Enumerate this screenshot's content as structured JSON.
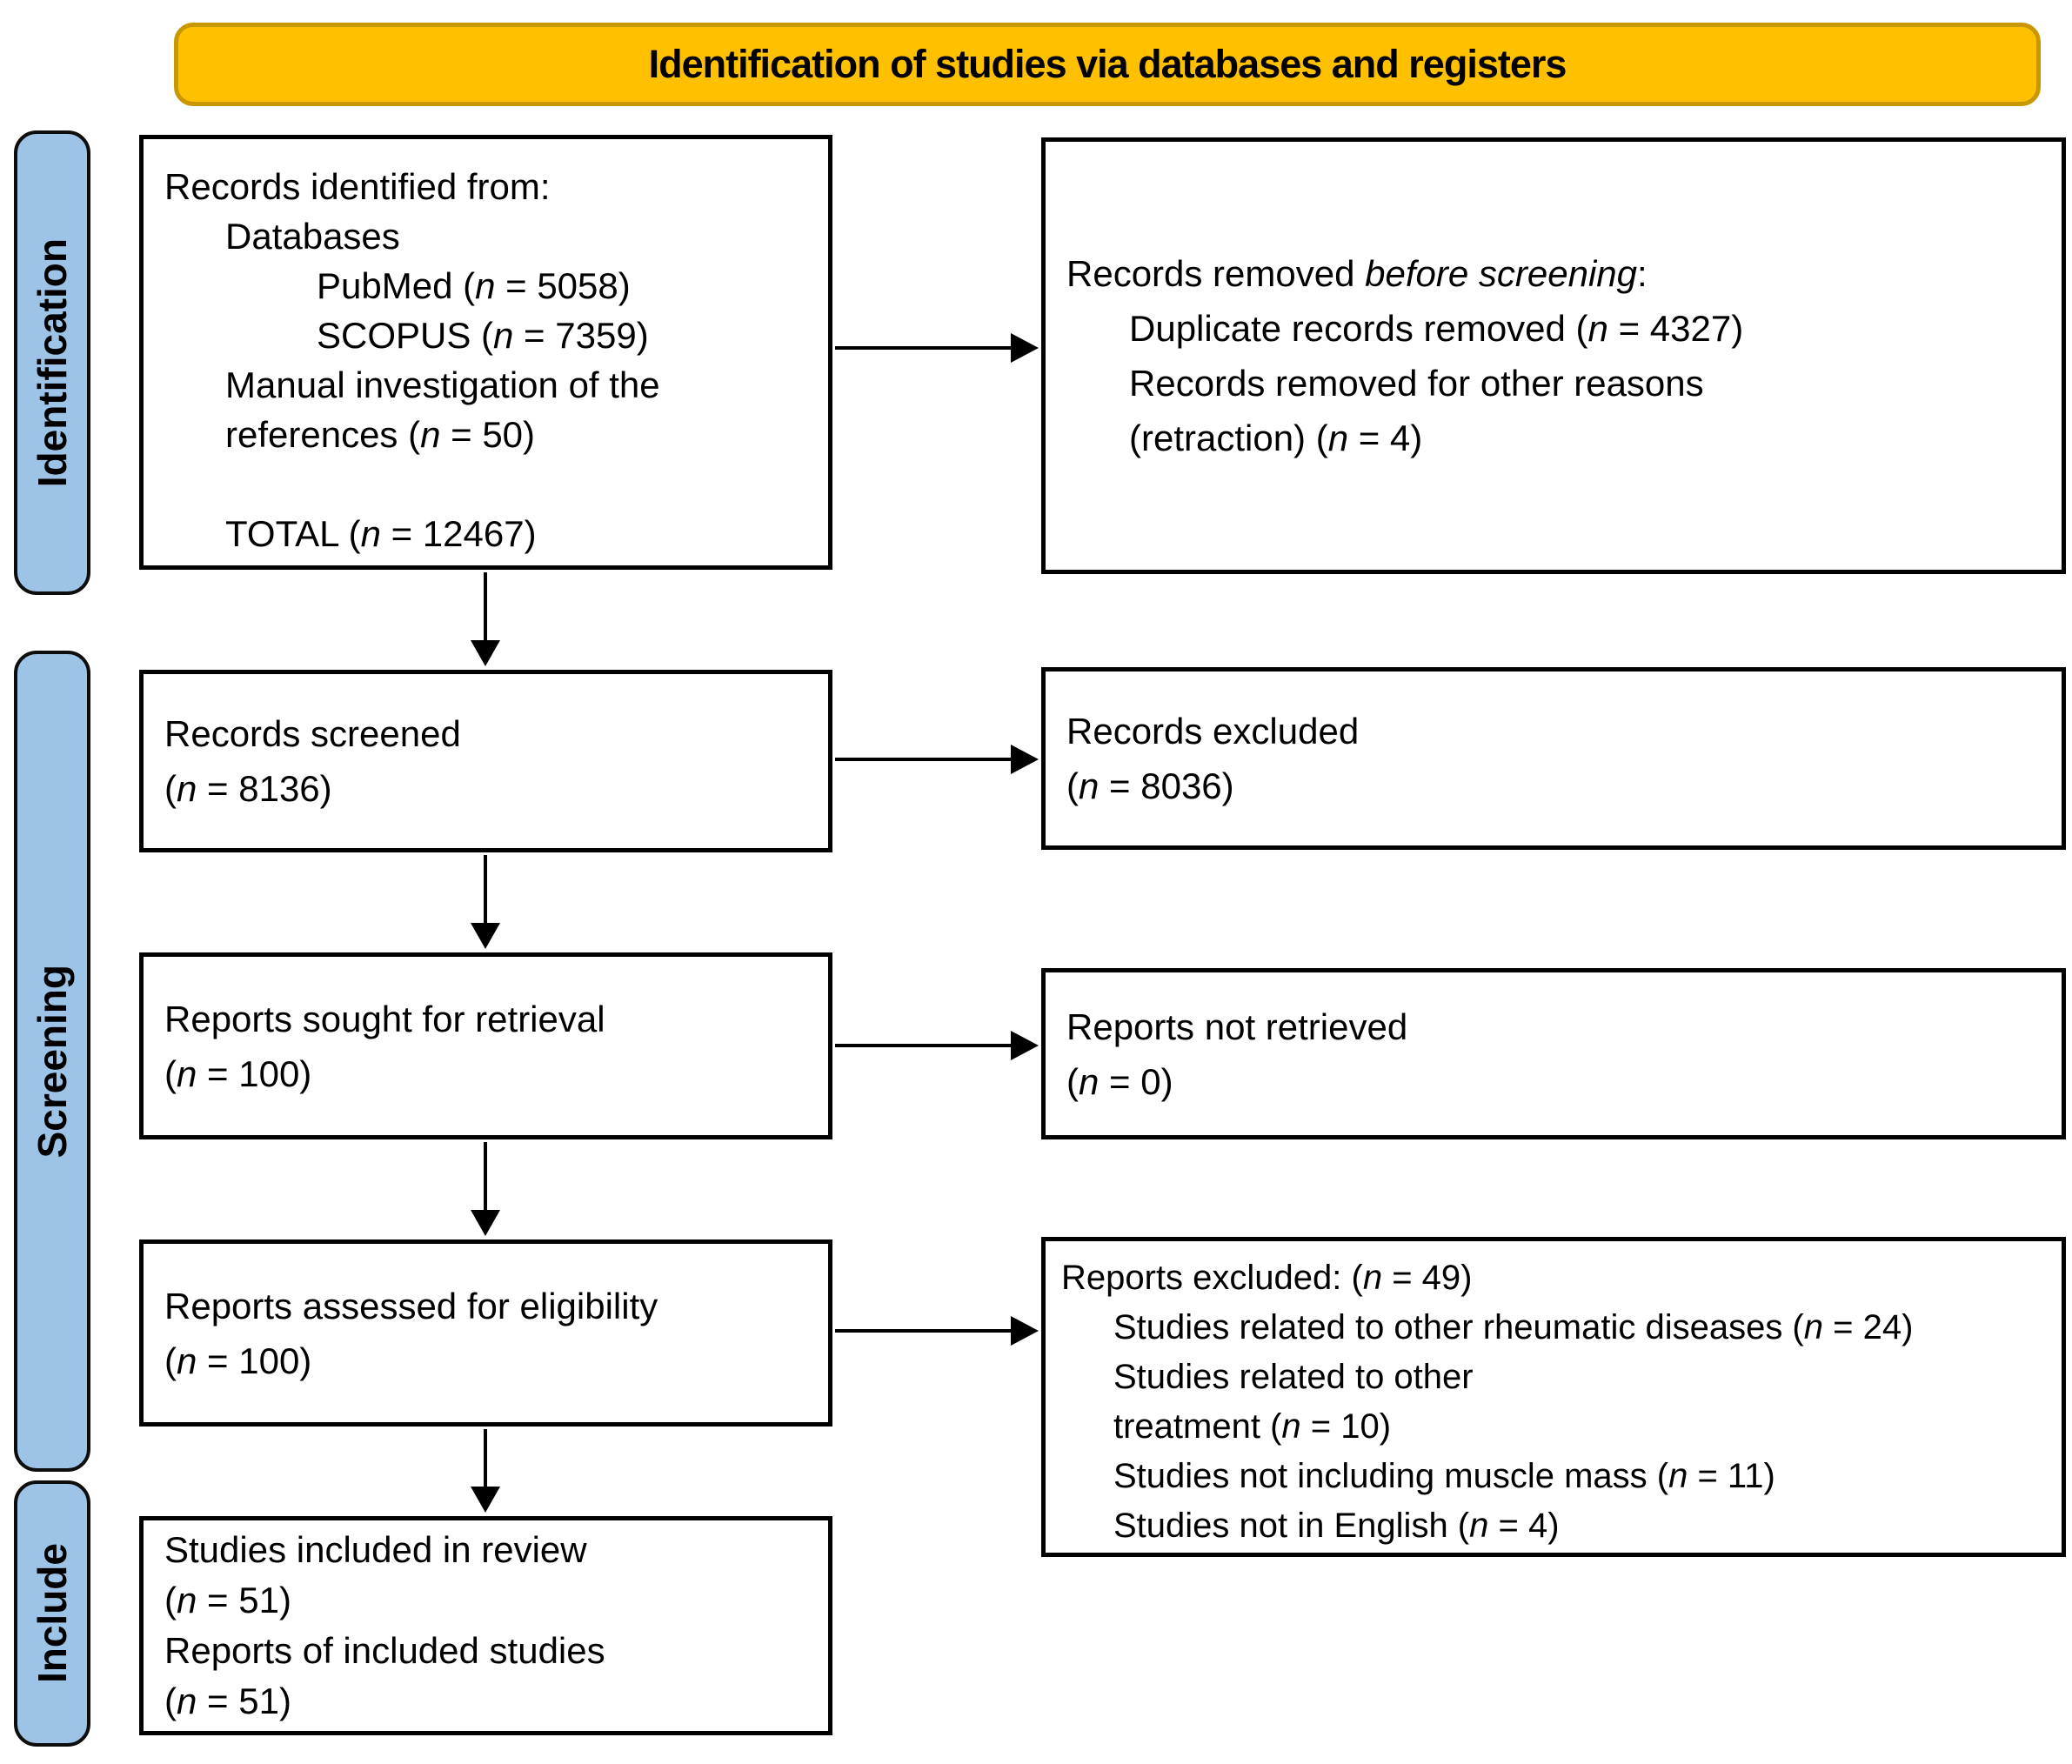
{
  "banner": {
    "label": "Identification of studies via databases and registers"
  },
  "stages": [
    {
      "label": "Identification"
    },
    {
      "label": "Screening"
    },
    {
      "label": "Include"
    }
  ],
  "colors": {
    "banner_fill": "#FFC000",
    "banner_border": "#C99700",
    "stage_fill": "#9DC3E6",
    "box_border": "#000000",
    "arrow": "#000000"
  },
  "boxes": {
    "records_identified": {
      "lines": [
        {
          "indent": 0,
          "segs": [
            {
              "t": "Records identified from:"
            }
          ]
        },
        {
          "indent": 1,
          "segs": [
            {
              "t": "Databases"
            }
          ]
        },
        {
          "indent": 2,
          "segs": [
            {
              "t": "PubMed ("
            },
            {
              "t": "n",
              "i": true
            },
            {
              "t": " = 5058)"
            }
          ]
        },
        {
          "indent": 2,
          "segs": [
            {
              "t": "SCOPUS ("
            },
            {
              "t": "n",
              "i": true
            },
            {
              "t": " = 7359)"
            }
          ]
        },
        {
          "indent": 1,
          "segs": [
            {
              "t": "Manual investigation of the"
            }
          ]
        },
        {
          "indent": 1,
          "segs": [
            {
              "t": "references ("
            },
            {
              "t": "n",
              "i": true
            },
            {
              "t": " = 50)"
            }
          ]
        },
        {
          "indent": 0,
          "segs": [
            {
              "t": " "
            }
          ]
        },
        {
          "indent": 1,
          "segs": [
            {
              "t": "TOTAL ("
            },
            {
              "t": "n",
              "i": true
            },
            {
              "t": " = 12467)"
            }
          ]
        }
      ]
    },
    "records_removed": {
      "lines": [
        {
          "indent": 0,
          "segs": [
            {
              "t": "Records removed "
            },
            {
              "t": "before screening",
              "i": true
            },
            {
              "t": ":"
            }
          ]
        },
        {
          "indent": 1,
          "segs": [
            {
              "t": "Duplicate records removed ("
            },
            {
              "t": "n",
              "i": true
            },
            {
              "t": " = 4327)"
            }
          ]
        },
        {
          "indent": 1,
          "segs": [
            {
              "t": "Records removed for other reasons"
            }
          ]
        },
        {
          "indent": 1,
          "segs": [
            {
              "t": "(retraction) ("
            },
            {
              "t": "n",
              "i": true
            },
            {
              "t": " = 4)"
            }
          ]
        }
      ]
    },
    "records_screened": {
      "lines": [
        {
          "indent": 0,
          "segs": [
            {
              "t": "Records screened"
            }
          ]
        },
        {
          "indent": 0,
          "segs": [
            {
              "t": "("
            },
            {
              "t": "n",
              "i": true
            },
            {
              "t": " = 8136)"
            }
          ]
        }
      ]
    },
    "records_excluded": {
      "lines": [
        {
          "indent": 0,
          "segs": [
            {
              "t": "Records excluded"
            }
          ]
        },
        {
          "indent": 0,
          "segs": [
            {
              "t": "("
            },
            {
              "t": "n",
              "i": true
            },
            {
              "t": " = 8036)"
            }
          ]
        }
      ]
    },
    "reports_sought": {
      "lines": [
        {
          "indent": 0,
          "segs": [
            {
              "t": "Reports sought for retrieval"
            }
          ]
        },
        {
          "indent": 0,
          "segs": [
            {
              "t": "("
            },
            {
              "t": "n",
              "i": true
            },
            {
              "t": " = 100)"
            }
          ]
        }
      ]
    },
    "reports_not_retrieved": {
      "lines": [
        {
          "indent": 0,
          "segs": [
            {
              "t": "Reports not retrieved"
            }
          ]
        },
        {
          "indent": 0,
          "segs": [
            {
              "t": "("
            },
            {
              "t": "n",
              "i": true
            },
            {
              "t": " = 0)"
            }
          ]
        }
      ]
    },
    "reports_assessed": {
      "lines": [
        {
          "indent": 0,
          "segs": [
            {
              "t": "Reports assessed for eligibility"
            }
          ]
        },
        {
          "indent": 0,
          "segs": [
            {
              "t": "("
            },
            {
              "t": "n",
              "i": true
            },
            {
              "t": " = 100)"
            }
          ]
        }
      ]
    },
    "reports_excluded": {
      "lines": [
        {
          "indent": 0,
          "segs": [
            {
              "t": "Reports excluded: ("
            },
            {
              "t": "n",
              "i": true
            },
            {
              "t": " = 49)"
            }
          ]
        },
        {
          "indent": 1,
          "segs": [
            {
              "t": "Studies related to other rheumatic diseases ("
            },
            {
              "t": "n",
              "i": true
            },
            {
              "t": " = 24)"
            }
          ]
        },
        {
          "indent": 1,
          "segs": [
            {
              "t": "Studies related to other"
            }
          ]
        },
        {
          "indent": 1,
          "segs": [
            {
              "t": "treatment ("
            },
            {
              "t": "n",
              "i": true
            },
            {
              "t": " = 10)"
            }
          ]
        },
        {
          "indent": 1,
          "segs": [
            {
              "t": "Studies not including muscle mass ("
            },
            {
              "t": "n",
              "i": true
            },
            {
              "t": " = 11)"
            }
          ]
        },
        {
          "indent": 1,
          "segs": [
            {
              "t": "Studies not in English ("
            },
            {
              "t": "n",
              "i": true
            },
            {
              "t": " = 4)"
            }
          ]
        }
      ]
    },
    "studies_included": {
      "lines": [
        {
          "indent": 0,
          "segs": [
            {
              "t": "Studies included in review"
            }
          ]
        },
        {
          "indent": 0,
          "segs": [
            {
              "t": "("
            },
            {
              "t": "n",
              "i": true
            },
            {
              "t": " = 51)"
            }
          ]
        },
        {
          "indent": 0,
          "segs": [
            {
              "t": "Reports of included studies"
            }
          ]
        },
        {
          "indent": 0,
          "segs": [
            {
              "t": "("
            },
            {
              "t": "n",
              "i": true
            },
            {
              "t": " = 51)"
            }
          ]
        }
      ]
    }
  }
}
